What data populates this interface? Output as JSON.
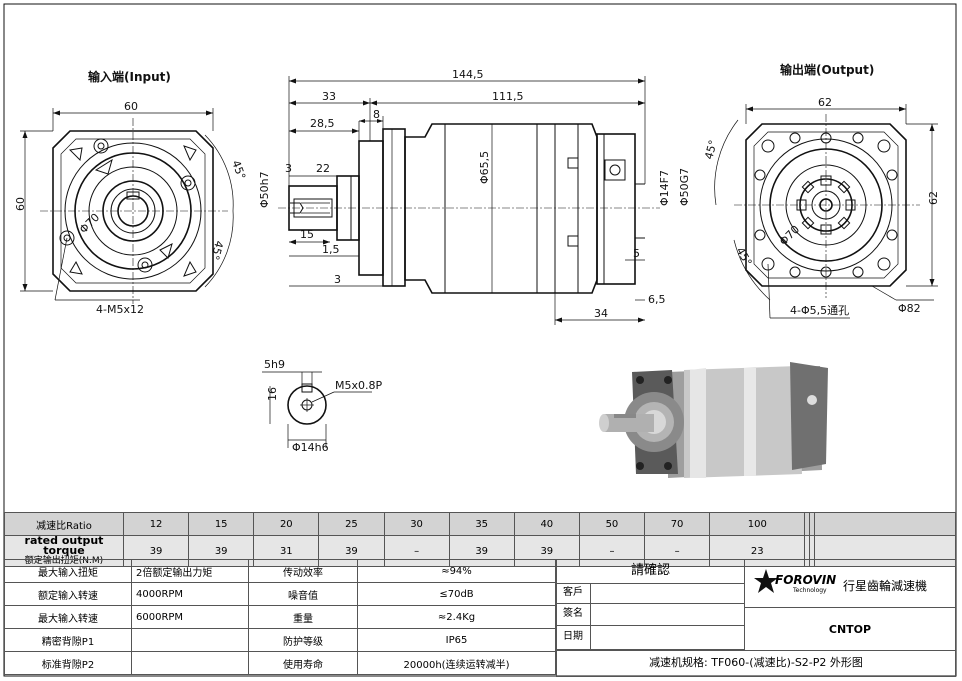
{
  "views": {
    "input_label": "输入端(Input)",
    "output_label": "输出端(Output)"
  },
  "input_dims": {
    "width": "60",
    "height": "60",
    "pcd": "Φ70",
    "angle_top": "45°",
    "angle_bottom": "45°",
    "holes": "4-M5x12"
  },
  "side_dims": {
    "total": "144,5",
    "d33": "33",
    "d111": "111,5",
    "d285": "28,5",
    "d8": "8",
    "d3a": "3",
    "d22": "22",
    "d15": "15",
    "d15b": "1,5",
    "d3b": "3",
    "bore": "Φ50h7",
    "body": "Φ65,5",
    "shaft": "Φ14F7",
    "flange": "Φ50G7",
    "d5": "5",
    "d65": "6,5",
    "d34": "34"
  },
  "output_dims": {
    "width": "62",
    "height": "62",
    "angle": "45°",
    "pcd": "Φ70",
    "angle_b": "45°",
    "holes": "4-Φ5,5通孔",
    "outer": "Φ82"
  },
  "key_dims": {
    "key": "5h9",
    "thread": "M5x0.8P",
    "h16": "16",
    "dia": "Φ14h6"
  },
  "ratio_table": {
    "ratio_label": "减速比Ratio",
    "torque_label_en": "rated output torque",
    "torque_label_cn": "额定输出扭矩(N.M)",
    "ratios": [
      "12",
      "15",
      "20",
      "25",
      "30",
      "35",
      "40",
      "50",
      "70",
      "100",
      "",
      ""
    ],
    "torques": [
      "39",
      "39",
      "31",
      "39",
      "–",
      "39",
      "39",
      "–",
      "–",
      "23",
      "",
      ""
    ]
  },
  "spec_table": {
    "rows": [
      [
        "最大输入扭矩",
        "2倍额定输出力矩",
        "传动效率",
        "≈94%"
      ],
      [
        "额定输入转速",
        "4000RPM",
        "噪音值",
        "≤70dB"
      ],
      [
        "最大输入转速",
        "6000RPM",
        "重量",
        "≈2.4Kg"
      ],
      [
        "精密背隙P1",
        "",
        "防护等级",
        "IP65"
      ],
      [
        "标准背隙P2",
        "",
        "使用寿命",
        "20000h(连续运转减半)"
      ]
    ]
  },
  "title_block": {
    "confirm": "請確認",
    "customer": "客戶",
    "signature": "簽名",
    "date": "日期",
    "brand": "FOROVIN",
    "brand_sub": "Technology",
    "company": "行星齒輪減速機",
    "code": "CNTOP",
    "spec": "减速机规格: TF060-(减速比)-S2-P2 外形图"
  }
}
